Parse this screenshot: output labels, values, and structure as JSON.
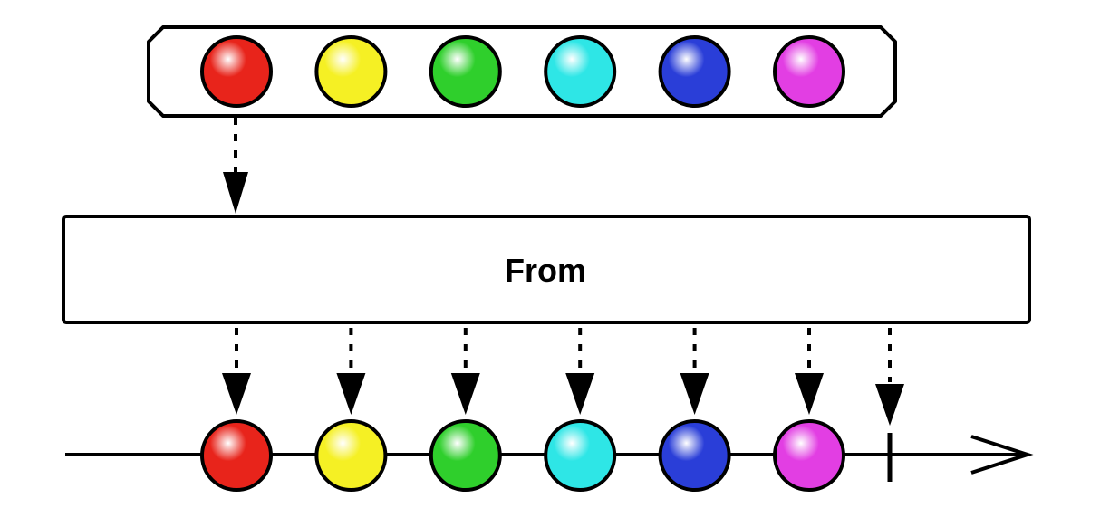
{
  "operator": {
    "name": "From"
  },
  "colors": {
    "stroke": "#000000",
    "background": "#ffffff"
  },
  "source_items": [
    {
      "color": "red",
      "fill": "#e8241b"
    },
    {
      "color": "yellow",
      "fill": "#f5f024"
    },
    {
      "color": "green",
      "fill": "#2fcf2c"
    },
    {
      "color": "cyan",
      "fill": "#2ee6e6"
    },
    {
      "color": "blue",
      "fill": "#2a3ed8"
    },
    {
      "color": "magenta",
      "fill": "#e23ee3"
    }
  ],
  "output": {
    "emissions": [
      "red",
      "yellow",
      "green",
      "cyan",
      "blue",
      "magenta"
    ],
    "completed": true
  }
}
